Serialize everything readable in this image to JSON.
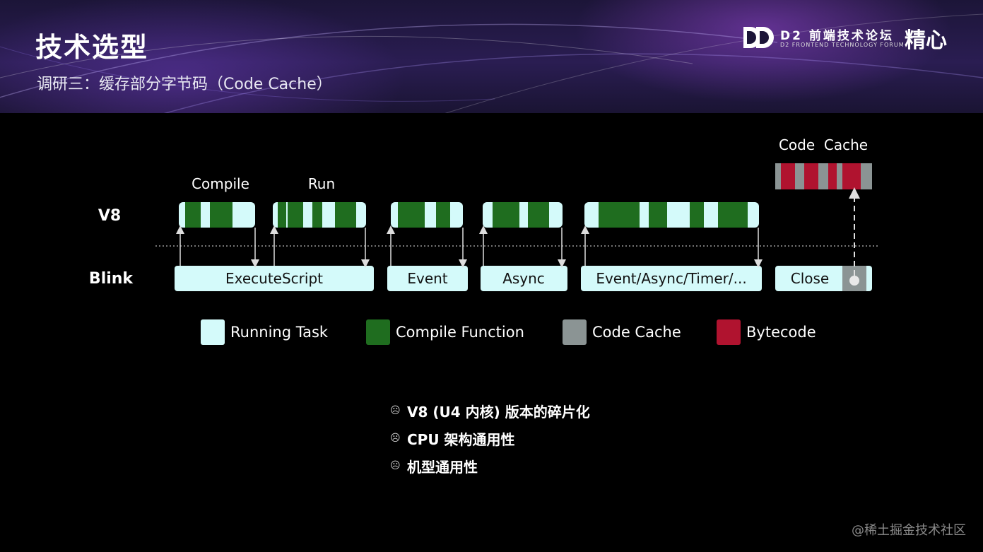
{
  "header": {
    "title": "技术选型",
    "subtitle": "调研三：缓存部分字节码（Code Cache）",
    "logo_mark": "DD",
    "logo_name": "D2 前端技术论坛",
    "logo_sub": "D2 FRONTEND TECHNOLOGY FORUM",
    "logo_partner": "精心"
  },
  "diagram": {
    "row_labels": {
      "v8": "V8",
      "blink": "Blink"
    },
    "phase_labels": {
      "compile": "Compile",
      "run": "Run"
    },
    "cache_label": "Code  Cache",
    "blink_tasks": [
      "ExecuteScript",
      "Event",
      "Async",
      "Event/Async/Timer/...",
      "Close"
    ]
  },
  "legend": [
    {
      "label": "Running Task",
      "color": "#d4fafa"
    },
    {
      "label": "Compile Function",
      "color": "#1f6d1f"
    },
    {
      "label": "Code Cache",
      "color": "#8b9494"
    },
    {
      "label": "Bytecode",
      "color": "#b0132f"
    }
  ],
  "notes": [
    {
      "icon": "frown-icon",
      "text": "V8 (U4 内核) 版本的碎片化"
    },
    {
      "icon": "frown-icon",
      "text": "CPU 架构通用性"
    },
    {
      "icon": "frown-icon",
      "text": "机型通用性"
    }
  ],
  "watermark": "@稀土掘金技术社区"
}
